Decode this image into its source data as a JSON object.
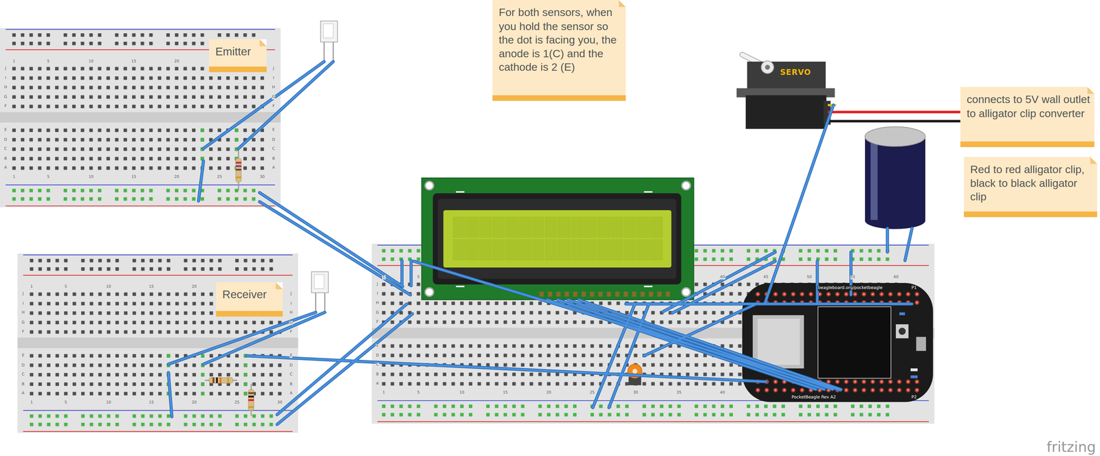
{
  "diagram": {
    "nodes": [
      {
        "text": [
          "Emitter"
        ]
      },
      {
        "text": [
          "For both sensors, when you hold the sensor so the dot is facing you, the anode is 1(C) and the cathode is 2 (E)"
        ]
      },
      {
        "text": [
          "SERVO"
        ]
      },
      {
        "text": [
          "connects to 5V wall outlet to alligator clip converter"
        ]
      },
      {
        "text": [
          "Red to red alligator clip, black to black alligator clip"
        ]
      },
      {
        "text": [
          "Receiver"
        ]
      }
    ],
    "edges": [
      {
        "from": 2,
        "to": 3,
        "arrow": "none"
      },
      {
        "from": 2,
        "to": 3,
        "arrow": "none"
      }
    ],
    "labels": [
      "1",
      "5",
      "10",
      "15",
      "20",
      "J",
      "I",
      "H",
      "G",
      "F",
      "E",
      "D",
      "C",
      "B",
      "A",
      "J",
      "I",
      "H",
      "G",
      "F",
      "E",
      "D",
      "C",
      "B",
      "A",
      "1",
      "5",
      "10",
      "15",
      "20",
      "25",
      "30",
      "1",
      "5",
      "10",
      "15",
      "20",
      "J",
      "I",
      "H",
      "G",
      "F",
      "E",
      "D",
      "C",
      "B",
      "A",
      "J",
      "I",
      "H",
      "G",
      "F",
      "E",
      "D",
      "C",
      "B",
      "A",
      "1",
      "5",
      "10",
      "15",
      "20",
      "25",
      "30",
      "1",
      "5",
      "40",
      "45",
      "50",
      "55",
      "60",
      "1",
      "5",
      "10",
      "15",
      "20",
      "25",
      "30",
      "35",
      "40",
      "J",
      "I",
      "H",
      "G",
      "F",
      "E",
      "D",
      "C",
      "B",
      "A",
      "beagleboard.org/pocketbeagle",
      "P1",
      "P2",
      "PocketBeagle Rev A2",
      "fritzing"
    ]
  }
}
